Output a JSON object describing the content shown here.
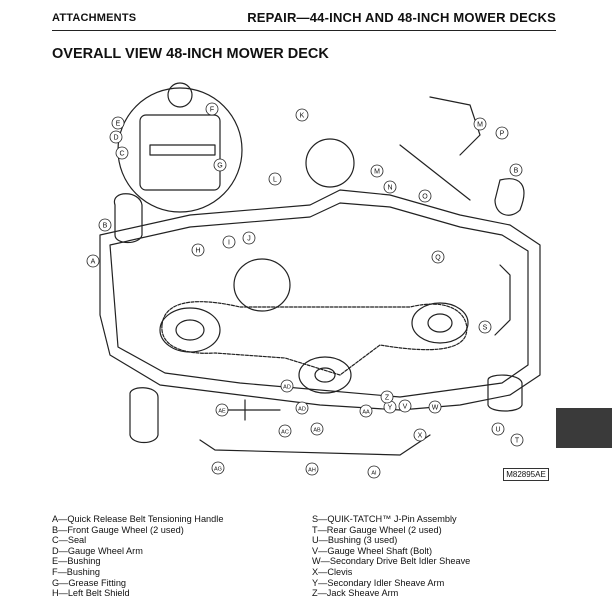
{
  "header": {
    "section": "ATTACHMENTS",
    "chapter": "REPAIR—44-INCH AND 48-INCH MOWER DECKS"
  },
  "page_title": "OVERALL VIEW 48-INCH MOWER DECK",
  "figure_id": "M82895AE",
  "callouts": [
    "A",
    "B",
    "B",
    "C",
    "D",
    "E",
    "F",
    "G",
    "H",
    "I",
    "J",
    "K",
    "L",
    "M",
    "M",
    "N",
    "O",
    "P",
    "Q",
    "S",
    "T",
    "U",
    "V",
    "W",
    "X",
    "Y",
    "Z",
    "AA",
    "AB",
    "AC",
    "AD",
    "AE",
    "AF",
    "AG",
    "AH",
    "AI"
  ],
  "legend_left": [
    {
      "key": "A",
      "text": "Quick Release Belt Tensioning Handle"
    },
    {
      "key": "B",
      "text": "Front Gauge Wheel (2 used)"
    },
    {
      "key": "C",
      "text": "Seal"
    },
    {
      "key": "D",
      "text": "Gauge Wheel Arm"
    },
    {
      "key": "E",
      "text": "Bushing"
    },
    {
      "key": "F",
      "text": "Bushing"
    },
    {
      "key": "G",
      "text": "Grease Fitting"
    },
    {
      "key": "H",
      "text": "Left Belt Shield"
    }
  ],
  "legend_right": [
    {
      "key": "S",
      "text": "QUIK-TATCH™ J-Pin Assembly"
    },
    {
      "key": "T",
      "text": "Rear Gauge Wheel (2 used)"
    },
    {
      "key": "U",
      "text": "Bushing (3 used)"
    },
    {
      "key": "V",
      "text": "Gauge Wheel Shaft (Bolt)"
    },
    {
      "key": "W",
      "text": "Secondary Drive Belt Idler Sheave"
    },
    {
      "key": "X",
      "text": "Clevis"
    },
    {
      "key": "Y",
      "text": "Secondary Idler Sheave Arm"
    },
    {
      "key": "Z",
      "text": "Jack Sheave Arm"
    }
  ]
}
